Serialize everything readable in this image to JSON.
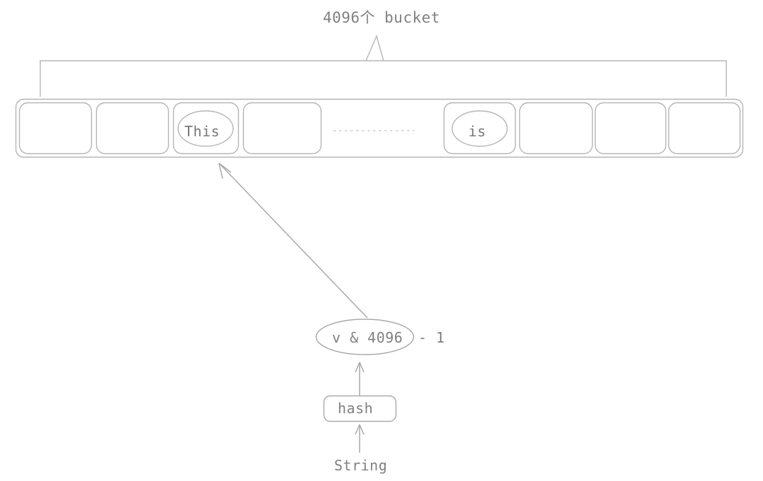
{
  "diagram": {
    "title_caption": "4096个 bucket",
    "stroke_color": "#b0b0b0",
    "text_color": "#808080",
    "background": "#ffffff",
    "bucket_array": {
      "name": "bucket array",
      "left_cells": [
        {
          "index": 0,
          "label": ""
        },
        {
          "index": 1,
          "label": ""
        },
        {
          "index": 2,
          "label": "This"
        },
        {
          "index": 3,
          "label": ""
        }
      ],
      "ellipsis": "···············",
      "right_cells": [
        {
          "index": 4,
          "label": "is"
        },
        {
          "index": 5,
          "label": ""
        },
        {
          "index": 6,
          "label": ""
        },
        {
          "index": 7,
          "label": ""
        }
      ]
    },
    "flow": {
      "input_label": "String",
      "hash_label": "hash",
      "index_expr_in_ellipse": "v & 4096",
      "index_expr_suffix": "- 1",
      "index_expr_full": "v & 4096 - 1"
    }
  }
}
